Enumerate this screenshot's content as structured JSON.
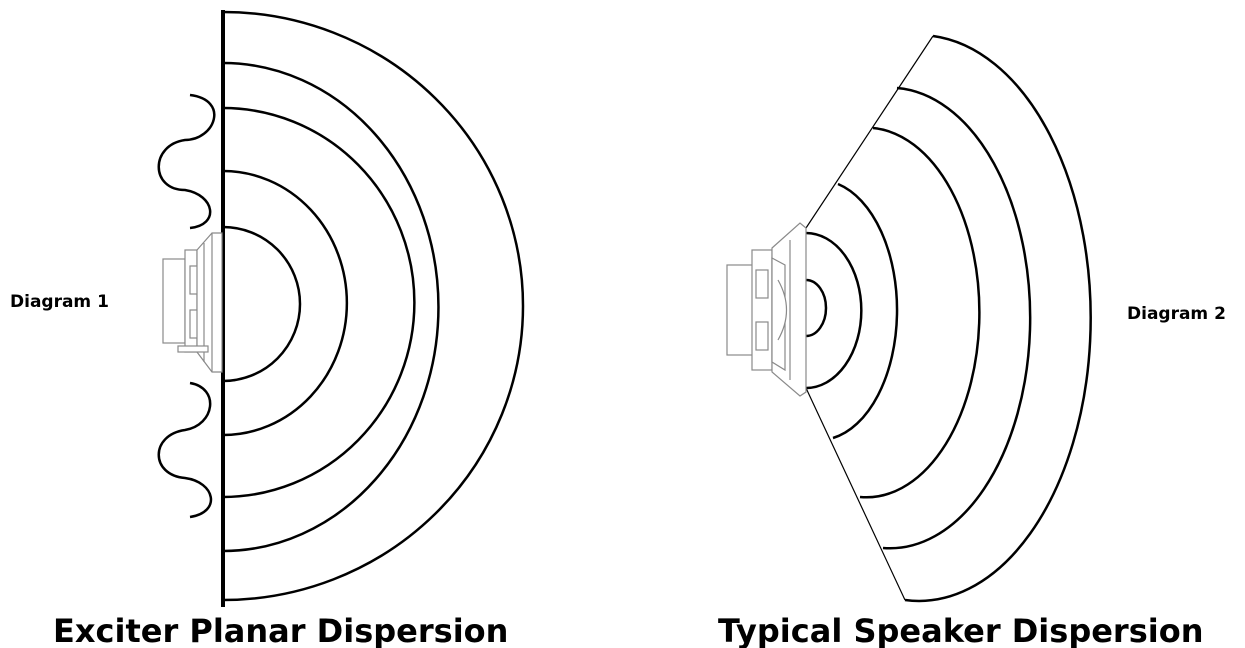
{
  "diagram1": {
    "label": "Diagram 1",
    "caption": "Exciter Planar Dispersion"
  },
  "diagram2": {
    "label": "Diagram 2",
    "caption": "Typical Speaker Dispersion"
  },
  "colors": {
    "background": "#ffffff",
    "line": "#000000",
    "speaker_outline": "#8a8a8a"
  }
}
